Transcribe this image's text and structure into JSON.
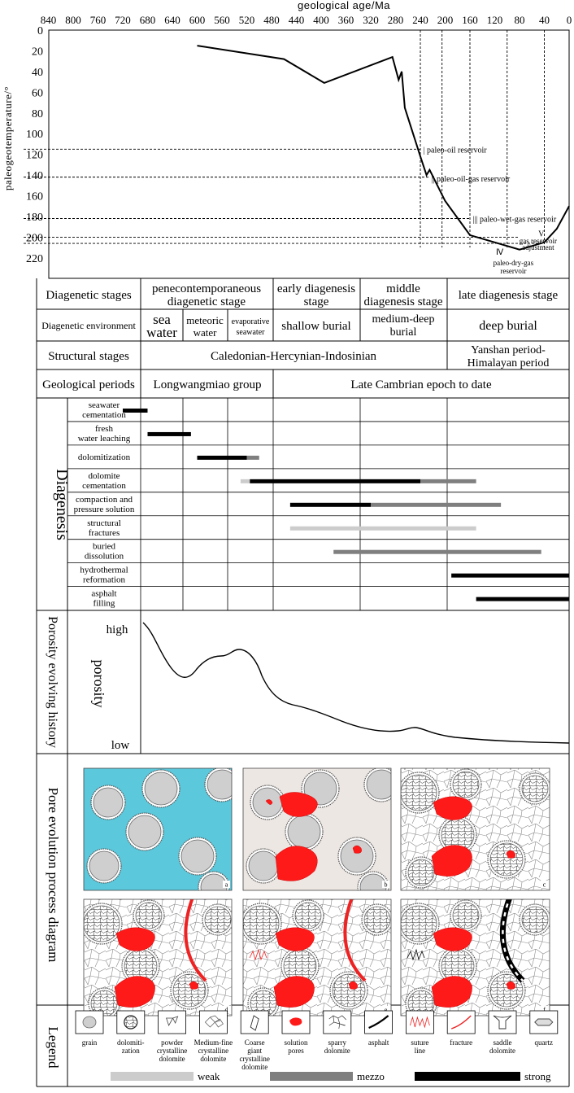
{
  "chart_data": {
    "type": "line",
    "xlabel": "geological age/Ma",
    "ylabel": "paleogeotemperature/°",
    "xlim": [
      0,
      880
    ],
    "ylim": [
      0,
      240
    ],
    "x_reversed": true,
    "y_reversed": true,
    "x_ticks": [
      "840",
      "800",
      "760",
      "720",
      "680",
      "640",
      "600",
      "560",
      "520",
      "480",
      "440",
      "400",
      "360",
      "320",
      "280",
      "240",
      "200",
      "160",
      "120",
      "80",
      "40",
      "0"
    ],
    "y_ticks": [
      "0",
      "20",
      "40",
      "60",
      "80",
      "100",
      "120",
      "140",
      "160",
      "180",
      "200",
      "220"
    ],
    "series": [
      {
        "x": [
          600,
          460,
          395,
          285,
          275,
          270,
          265,
          240,
          230,
          225,
          200,
          160,
          80,
          40,
          20,
          0
        ],
        "y": [
          15,
          28,
          51,
          26,
          48,
          40,
          75,
          122,
          140,
          135,
          165,
          198,
          212,
          205,
          192,
          170
        ]
      }
    ],
    "reference_lines": [
      {
        "temp": 115,
        "start_age": 880,
        "end_age": 240
      },
      {
        "temp": 142,
        "start_age": 880,
        "end_age": 225
      },
      {
        "temp": 182,
        "start_age": 880,
        "end_age": 160
      },
      {
        "temp": 200,
        "start_age": 880,
        "end_age": 80
      },
      {
        "temp": 206,
        "start_age": 880,
        "end_age": 40
      }
    ],
    "vertical_lines": [
      240,
      205,
      160,
      100,
      40
    ],
    "annotations": [
      {
        "text": "| paleo-oil reservoir",
        "age": 238,
        "temp": 115
      },
      {
        "text": "|| paleo-oil-gas reservoir",
        "age": 225,
        "temp": 143
      },
      {
        "text": "||| paleo-wet-gas reservoir",
        "age": 158,
        "temp": 182
      },
      {
        "text": "V",
        "age": 45,
        "temp": 196
      },
      {
        "text": "gas reservoir",
        "age": 50,
        "temp": 203
      },
      {
        "text": "adjustment",
        "age": 50,
        "temp": 209
      },
      {
        "text": "Ⅳ",
        "age": 112,
        "temp": 214
      },
      {
        "text": "paleo-dry-gas",
        "age": 90,
        "temp": 224
      },
      {
        "text": "reservoir",
        "age": 90,
        "temp": 232
      }
    ]
  },
  "table": {
    "row_labels": {
      "stages": "Diagenetic stages",
      "environment": "Diagenetic environment",
      "structural": "Structural stages",
      "periods": "Geological periods"
    },
    "stages": [
      {
        "line1": "penecontemporaneous",
        "line2": "diagenetic stage"
      },
      {
        "line1": "early diagenesis",
        "line2": "stage"
      },
      {
        "line1": "middle",
        "line2": "diagenesis stage"
      },
      {
        "line1": "late diagenesis stage",
        "line2": ""
      }
    ],
    "environments": [
      {
        "line1": "sea",
        "line2": "water"
      },
      {
        "line1": "meteoric",
        "line2": "water"
      },
      {
        "line1": "evaporative",
        "line2": "seawater"
      },
      {
        "line1": "shallow burial",
        "line2": ""
      },
      {
        "line1": "medium-deep",
        "line2": "burial"
      },
      {
        "line1": "deep burial",
        "line2": ""
      }
    ],
    "structural": [
      {
        "line1": "Caledonian-Hercynian-Indosinian",
        "line2": ""
      },
      {
        "line1": "Yanshan period-",
        "line2": "Himalayan period"
      }
    ],
    "periods": [
      "Longwangmiao group",
      "Late Cambrian epoch to date"
    ]
  },
  "diagenesis": {
    "title": "Diagenesis",
    "rows": [
      {
        "line1": "seawater",
        "line2": "cementation",
        "bars": [
          {
            "from": 720,
            "to": 680,
            "level": "strong"
          }
        ]
      },
      {
        "line1": "fresh",
        "line2": "water leaching",
        "bars": [
          {
            "from": 680,
            "to": 610,
            "level": "strong"
          }
        ]
      },
      {
        "line1": "dolomitization",
        "line2": "",
        "bars": [
          {
            "from": 600,
            "to": 520,
            "level": "strong"
          },
          {
            "from": 520,
            "to": 500,
            "level": "mezzo"
          }
        ]
      },
      {
        "line1": "dolomite",
        "line2": "cementation",
        "bars": [
          {
            "from": 530,
            "to": 515,
            "level": "weak"
          },
          {
            "from": 515,
            "to": 240,
            "level": "strong"
          },
          {
            "from": 240,
            "to": 150,
            "level": "mezzo"
          }
        ]
      },
      {
        "line1": "compaction and",
        "line2": "pressure solution",
        "bars": [
          {
            "from": 450,
            "to": 320,
            "level": "strong"
          },
          {
            "from": 320,
            "to": 110,
            "level": "mezzo"
          }
        ]
      },
      {
        "line1": "structural",
        "line2": "fractures",
        "bars": [
          {
            "from": 450,
            "to": 150,
            "level": "weak"
          }
        ]
      },
      {
        "line1": "buried",
        "line2": "dissolution",
        "bars": [
          {
            "from": 380,
            "to": 45,
            "level": "mezzo"
          }
        ]
      },
      {
        "line1": "hydrothermal",
        "line2": "reformation",
        "bars": [
          {
            "from": 190,
            "to": 0,
            "level": "strong"
          }
        ]
      },
      {
        "line1": "asphalt",
        "line2": "filling",
        "bars": [
          {
            "from": 150,
            "to": 0,
            "level": "strong"
          }
        ]
      }
    ]
  },
  "porosity": {
    "title": "Porosity evolving history",
    "label": "porosity",
    "high": "high",
    "low": "low"
  },
  "pore": {
    "title": "Pore evolution process diagram",
    "panels": [
      "a",
      "b",
      "c",
      "d",
      "e",
      "f"
    ]
  },
  "legend": {
    "title": "Legend",
    "items": [
      {
        "icon": "grain-icon",
        "line1": "grain",
        "line2": "",
        "line3": "",
        "line4": ""
      },
      {
        "icon": "dolomitization-icon",
        "line1": "dolomiti-",
        "line2": "zation",
        "line3": "",
        "line4": ""
      },
      {
        "icon": "powder-dolomite-icon",
        "line1": "powder",
        "line2": "crystalline",
        "line3": "dolomite",
        "line4": ""
      },
      {
        "icon": "medium-fine-dolomite-icon",
        "line1": "Medium-fine",
        "line2": "crystalline",
        "line3": "dolomite",
        "line4": ""
      },
      {
        "icon": "coarse-giant-dolomite-icon",
        "line1": "Coarse",
        "line2": "giant",
        "line3": "crystalline",
        "line4": "dolomite"
      },
      {
        "icon": "solution-pores-icon",
        "line1": "solution",
        "line2": "pores",
        "line3": "",
        "line4": ""
      },
      {
        "icon": "sparry-dolomite-icon",
        "line1": "sparry",
        "line2": "dolomite",
        "line3": "",
        "line4": ""
      },
      {
        "icon": "asphalt-icon",
        "line1": "asphalt",
        "line2": "",
        "line3": "",
        "line4": ""
      },
      {
        "icon": "suture-line-icon",
        "line1": "suture",
        "line2": "line",
        "line3": "",
        "line4": ""
      },
      {
        "icon": "fracture-icon",
        "line1": "fracture",
        "line2": "",
        "line3": "",
        "line4": ""
      },
      {
        "icon": "saddle-dolomite-icon",
        "line1": "saddle",
        "line2": "dolomite",
        "line3": "",
        "line4": ""
      },
      {
        "icon": "quartz-icon",
        "line1": "quartz",
        "line2": "",
        "line3": "",
        "line4": ""
      }
    ],
    "intensity": [
      {
        "label": "weak",
        "color": "#cccccc"
      },
      {
        "label": "mezzo",
        "color": "#7f7f7f"
      },
      {
        "label": "strong",
        "color": "#000000"
      }
    ]
  },
  "colors": {
    "pore": "#ff1a1a",
    "sea": "#5bc8dc",
    "grain": "#cfcfcf",
    "fracture": "#ee2222"
  }
}
